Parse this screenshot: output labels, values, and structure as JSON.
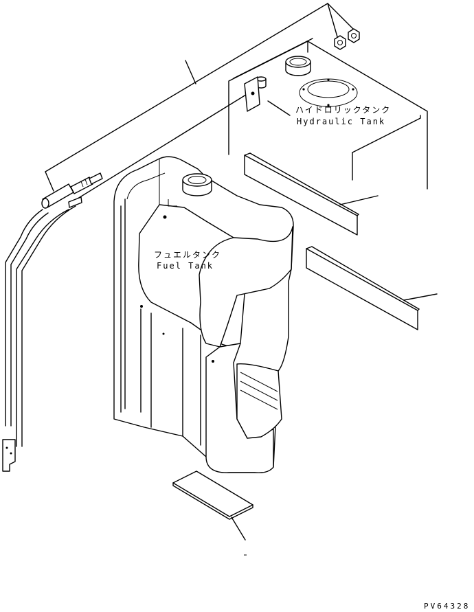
{
  "labels": {
    "hydraulic_tank_jp": "ハイドロリックタンク",
    "hydraulic_tank_en": "Hydraulic Tank",
    "fuel_tank_jp": "フュエルタンク",
    "fuel_tank_en": "Fuel Tank"
  },
  "drawing_id": "PV64328"
}
